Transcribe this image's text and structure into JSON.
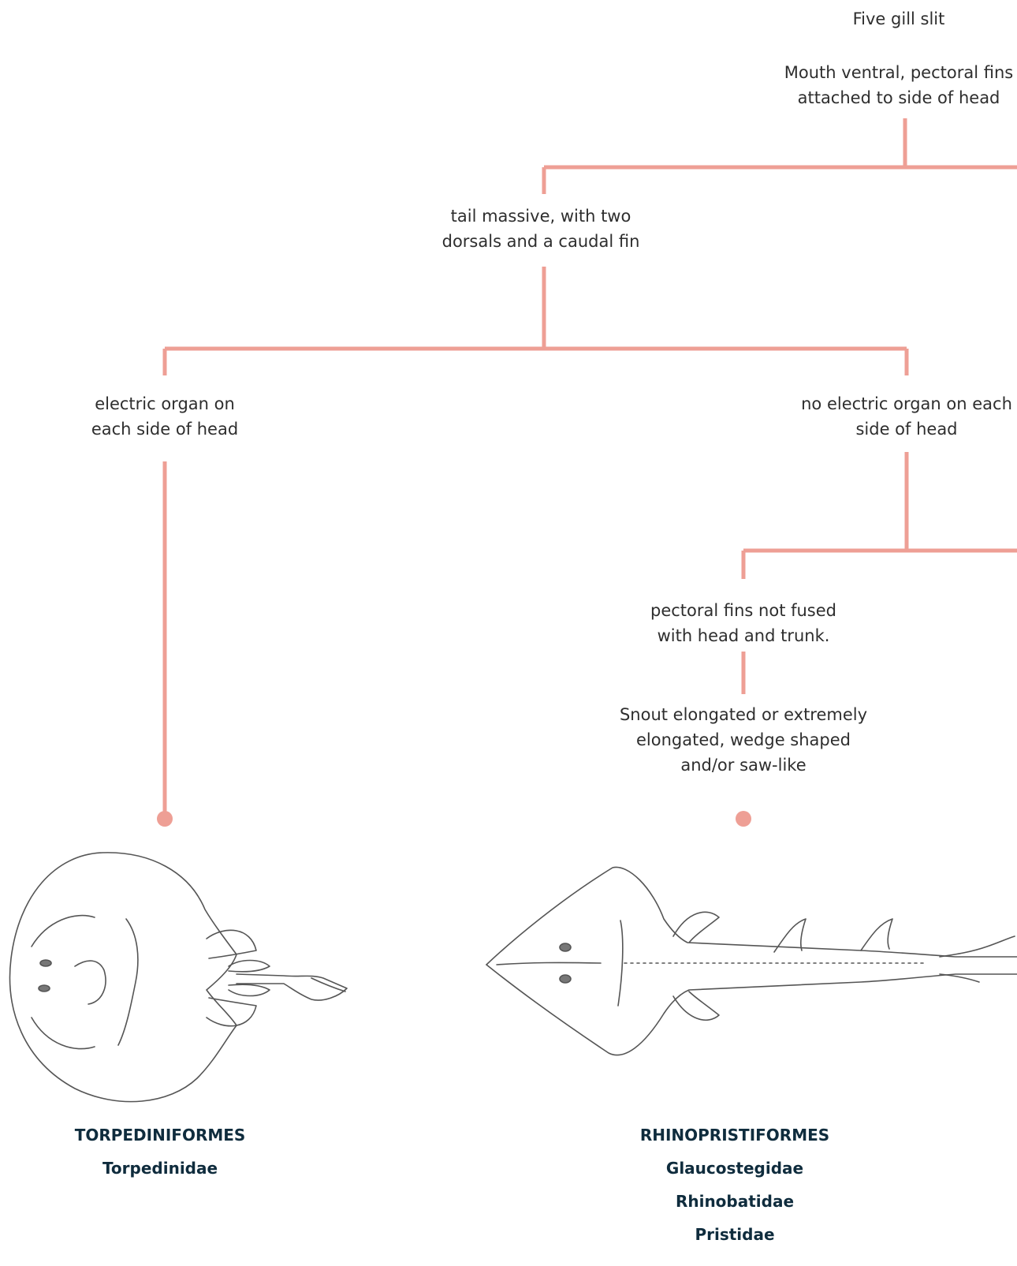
{
  "colors": {
    "connector": "#ee9f95",
    "taxon": "#0f2c3d",
    "text": "#2e2e2e"
  },
  "nodes": {
    "root": [
      "Five gill slit"
    ],
    "n1": [
      "Mouth ventral, pectoral fins",
      "attached to side of head"
    ],
    "n2": [
      "tail massive, with two",
      "dorsals and a caudal fin"
    ],
    "n3": [
      "electric organ on",
      "each side of head"
    ],
    "n4": [
      "no electric organ on each",
      "side of head"
    ],
    "n5": [
      "pectoral fins not fused",
      "with head and trunk."
    ],
    "n6": [
      "Snout elongated or extremely",
      "elongated, wedge shaped",
      "and/or saw-like"
    ]
  },
  "taxa": {
    "left": {
      "order": "TORPEDINIFORMES",
      "families": [
        "Torpedinidae"
      ]
    },
    "middle": {
      "order": "RHINOPRISTIFORMES",
      "families": [
        "Glaucostegidae",
        "Rhinobatidae",
        "Pristidae"
      ]
    }
  },
  "illustrations": {
    "left": "electric-ray-illustration",
    "middle": "guitarfish-illustration"
  }
}
